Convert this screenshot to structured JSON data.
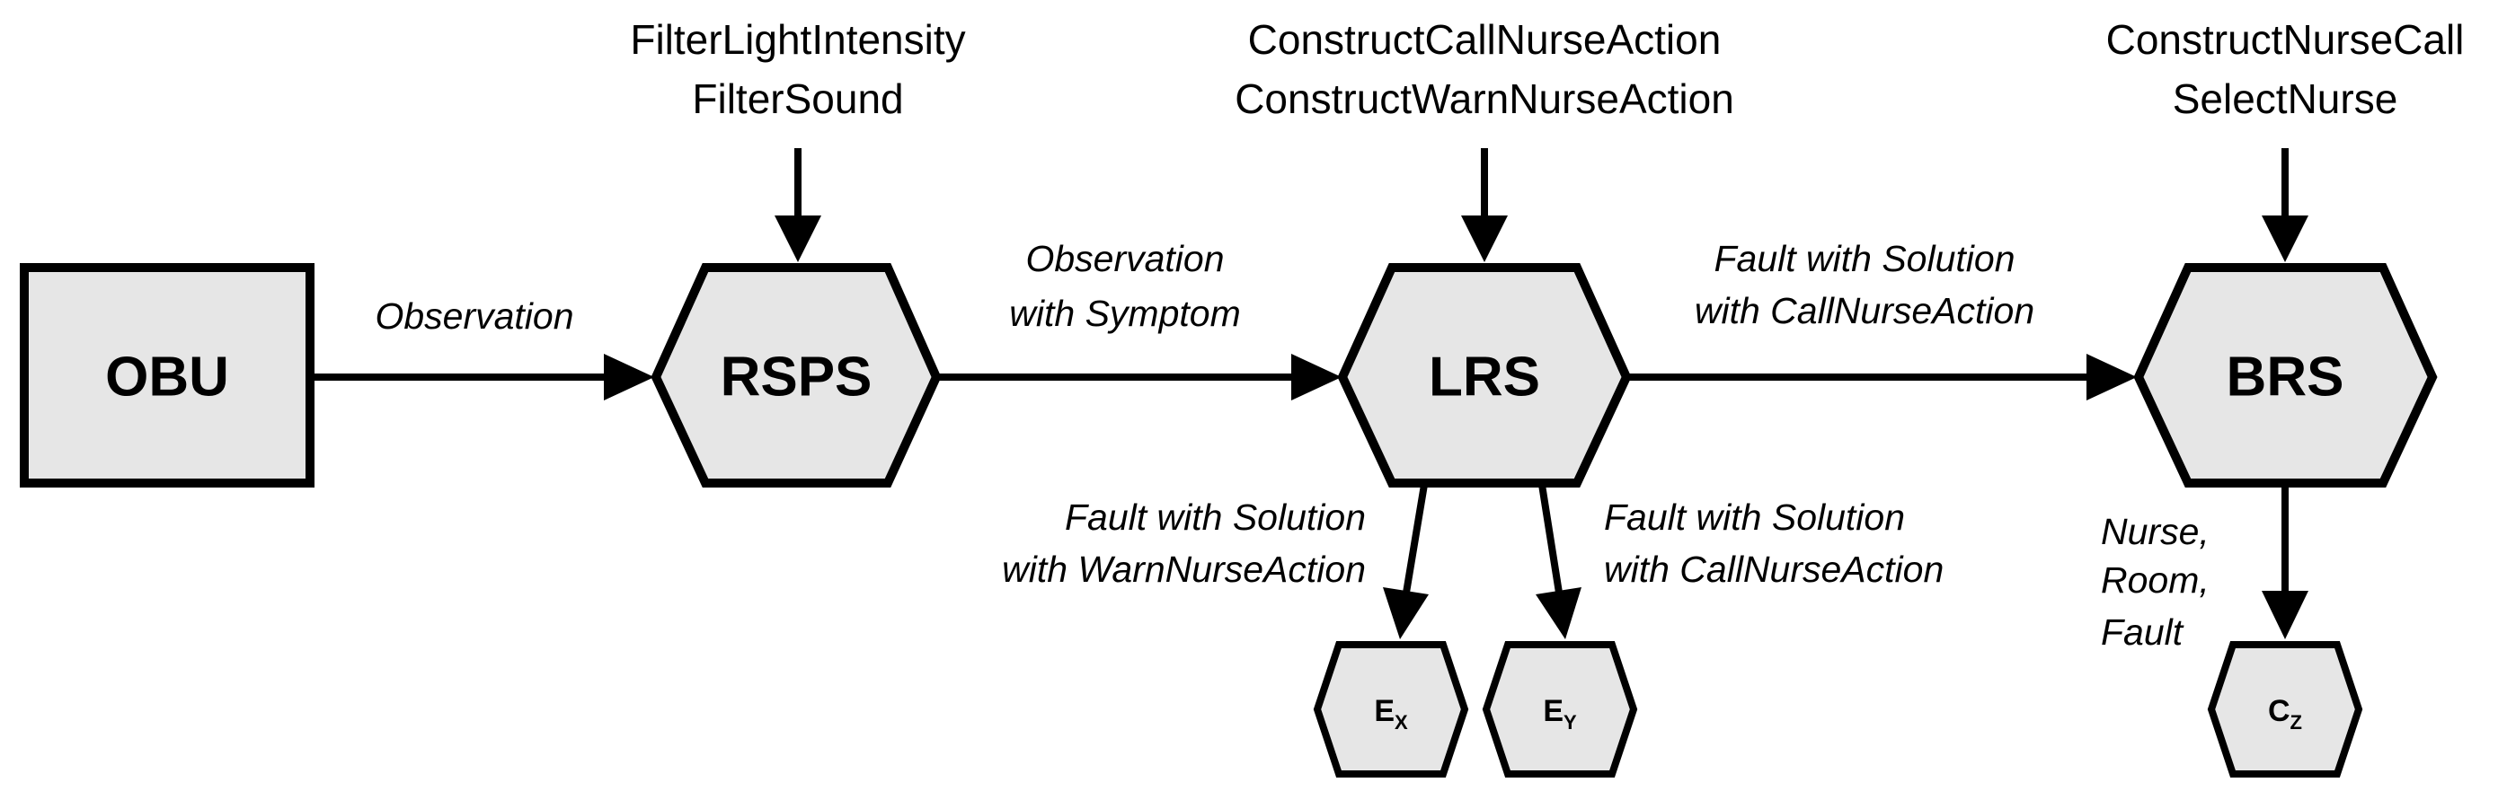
{
  "nodes": {
    "obu": "OBU",
    "rsps": "RSPS",
    "lrs": "LRS",
    "brs": "BRS",
    "ex": {
      "main": "E",
      "sub": "X"
    },
    "ey": {
      "main": "E",
      "sub": "Y"
    },
    "cz": {
      "main": "C",
      "sub": "Z"
    }
  },
  "inputs": {
    "rsps": [
      "FilterLightIntensity",
      "FilterSound"
    ],
    "lrs": [
      "ConstructCallNurseAction",
      "ConstructWarnNurseAction"
    ],
    "brs": [
      "ConstructNurseCall",
      "SelectNurse"
    ]
  },
  "edges": {
    "obu_rsps": [
      "Observation"
    ],
    "rsps_lrs": [
      "Observation",
      "with Symptom"
    ],
    "lrs_brs": [
      "Fault with Solution",
      "with CallNurseAction"
    ],
    "lrs_ex": [
      "Fault with Solution",
      "with WarnNurseAction"
    ],
    "lrs_ey": [
      "Fault with Solution",
      "with CallNurseAction"
    ],
    "brs_cz": [
      "Nurse,",
      "Room,",
      "Fault"
    ]
  },
  "colors": {
    "node_fill": "#e6e6e6",
    "stroke": "#000000"
  }
}
